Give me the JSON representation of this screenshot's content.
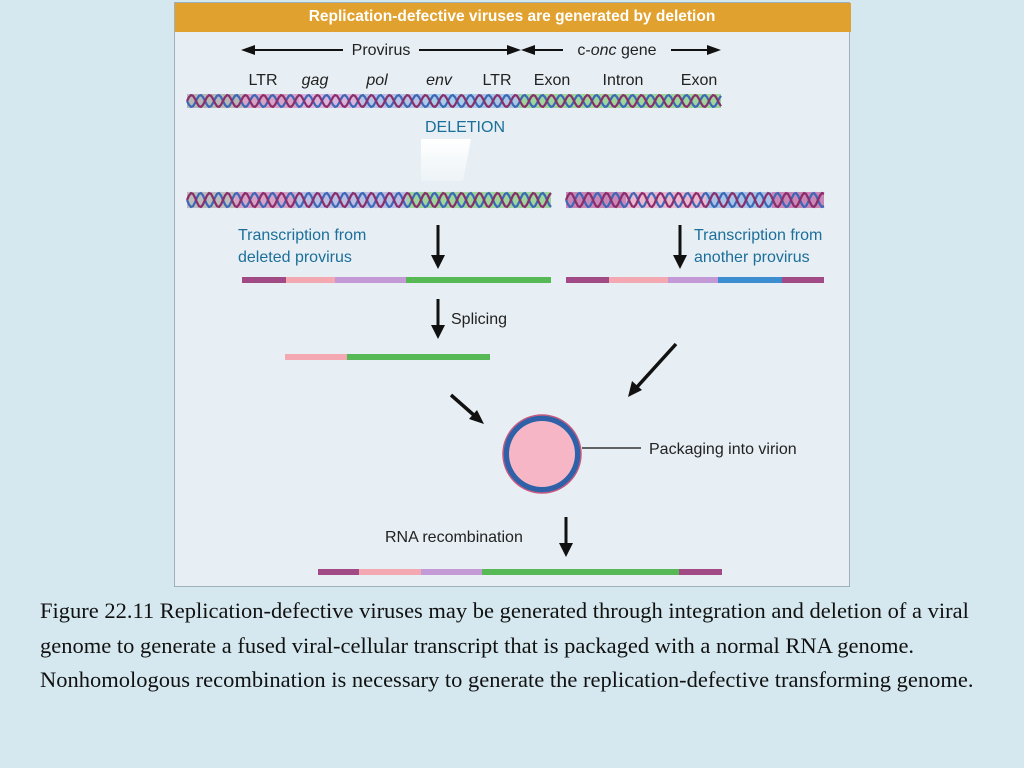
{
  "header": {
    "title": "Replication-defective viruses are generated by deletion"
  },
  "labels": {
    "provirus": "Provirus",
    "conc_prefix": "c-",
    "conc_italic": "onc",
    "conc_suffix": " gene",
    "ltr_left": "LTR",
    "gag": "gag",
    "pol": "pol",
    "env": "env",
    "ltr_right": "LTR",
    "exon1": "Exon",
    "intron": "Intron",
    "exon2": "Exon",
    "deletion": "DELETION",
    "transcription_deleted_1": "Transcription from",
    "transcription_deleted_2": "deleted provirus",
    "transcription_another_1": "Transcription from",
    "transcription_another_2": "another provirus",
    "splicing": "Splicing",
    "packaging": "Packaging into virion",
    "rna_recombination": "RNA recombination"
  },
  "caption": "Figure 22.11  Replication-defective viruses may be generated through integration and deletion of a viral genome to generate a fused viral-cellular transcript that is packaged with a normal RNA genome. Nonhomologous recombination is necessary to generate the replication-defective transforming genome.",
  "colors": {
    "ltr": "#a14a86",
    "gag": "#f3a8b2",
    "pol": "#c39ad6",
    "env_or_cellular": "#56b956",
    "viral_alt": "#3d8ed0",
    "helix_blue": "#3d67b7",
    "header": "#e1a12e",
    "label_blue": "#1b6f9a"
  }
}
